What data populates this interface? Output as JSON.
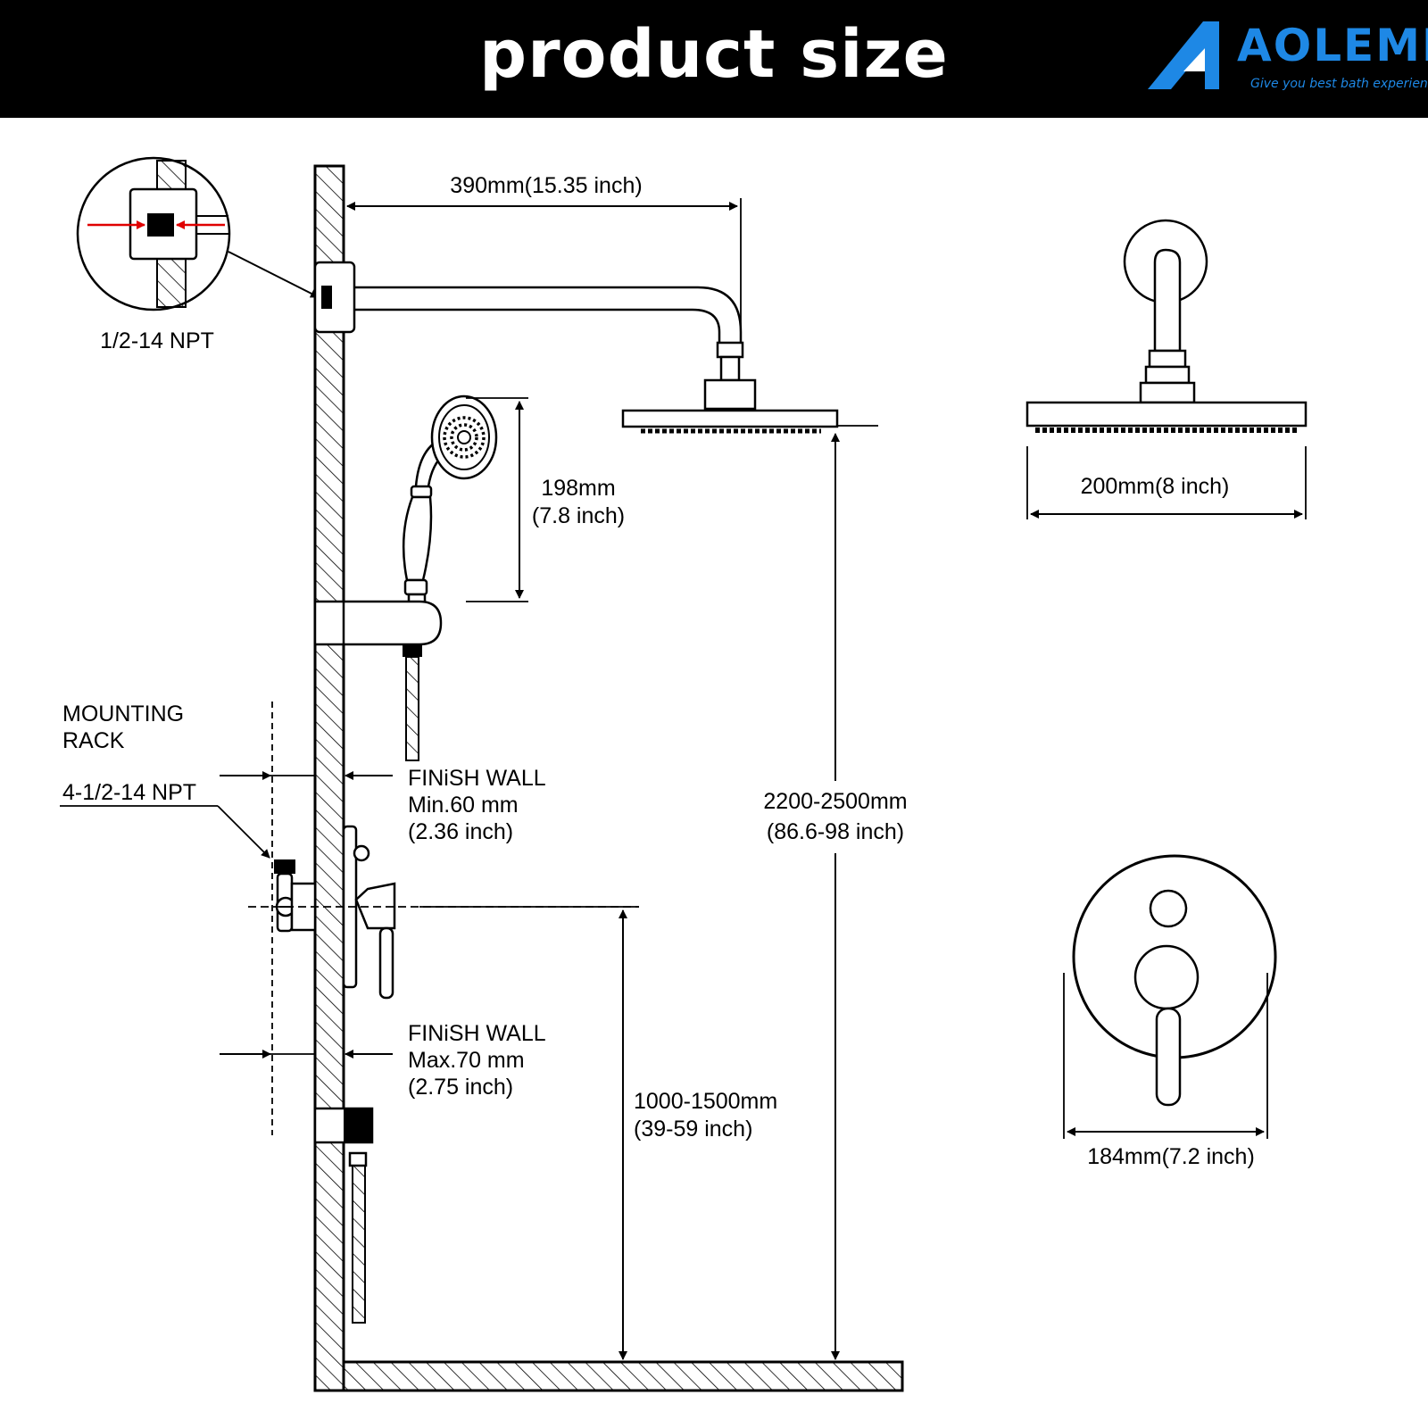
{
  "header": {
    "title": "product size",
    "logo": {
      "brand": "AOLEMI",
      "tagline": "Give you best bath experience",
      "accent_color": "#1e88e5"
    }
  },
  "diagram": {
    "npt_detail_label": "1/2-14 NPT",
    "arm_length_label": "390mm(15.35 inch)",
    "handheld_height": {
      "mm": "198mm",
      "inch": "(7.8 inch)"
    },
    "showerhead_height": {
      "mm": "2200-2500mm",
      "inch": "(86.6-98 inch)"
    },
    "showerhead_width_label": "200mm(8 inch)",
    "mounting_rack": {
      "line1": "MOUNTING",
      "line2": "RACK",
      "npt": "4-1/2-14 NPT"
    },
    "finish_wall_min": {
      "title": "FINiSH  WALL",
      "value": "Min.60 mm",
      "inch": "(2.36 inch)"
    },
    "finish_wall_max": {
      "title": "FINiSH  WALL",
      "value": "Max.70 mm",
      "inch": "(2.75 inch)"
    },
    "valve_height": {
      "mm": "1000-1500mm",
      "inch": "(39-59 inch)"
    },
    "trim_plate_width_label": "184mm(7.2 inch)"
  }
}
